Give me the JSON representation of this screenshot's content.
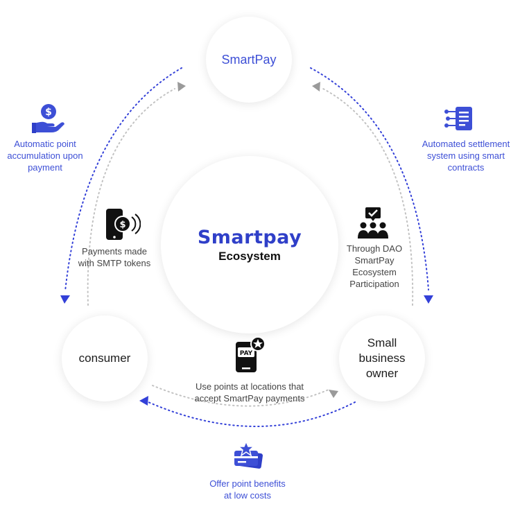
{
  "colors": {
    "accent": "#3d4fd6",
    "arrow_blue": "#3340d8",
    "arrow_gray": "#9a9a9a",
    "text_gray": "#444444"
  },
  "center": {
    "brand": "Smartpay",
    "subtitle": "Ecosystem"
  },
  "nodes": {
    "smartpay": "SmartPay",
    "consumer": "consumer",
    "business": [
      "Small",
      "business",
      "owner"
    ]
  },
  "outer_labels": {
    "left": [
      "Automatic point",
      "accumulation upon",
      "payment"
    ],
    "right": [
      "Automated settlement",
      "system using smart",
      "contracts"
    ],
    "bottom": [
      "Offer point benefits",
      "at low costs"
    ]
  },
  "inner_labels": {
    "left": [
      "Payments made",
      "with SMTP tokens"
    ],
    "right": [
      "Through DAO",
      "SmartPay",
      "Ecosystem",
      "Participation"
    ],
    "bottom": [
      "Use points at locations that",
      "accept SmartPay payments"
    ]
  },
  "icons": {
    "outer_left": "hand-coin-icon",
    "outer_right": "smart-contract-document-icon",
    "outer_bottom": "cards-star-icon",
    "inner_left": "phone-coin-icon",
    "inner_right": "dao-community-icon",
    "inner_bottom": "pay-phone-star-icon",
    "pay_text": "PAY"
  }
}
